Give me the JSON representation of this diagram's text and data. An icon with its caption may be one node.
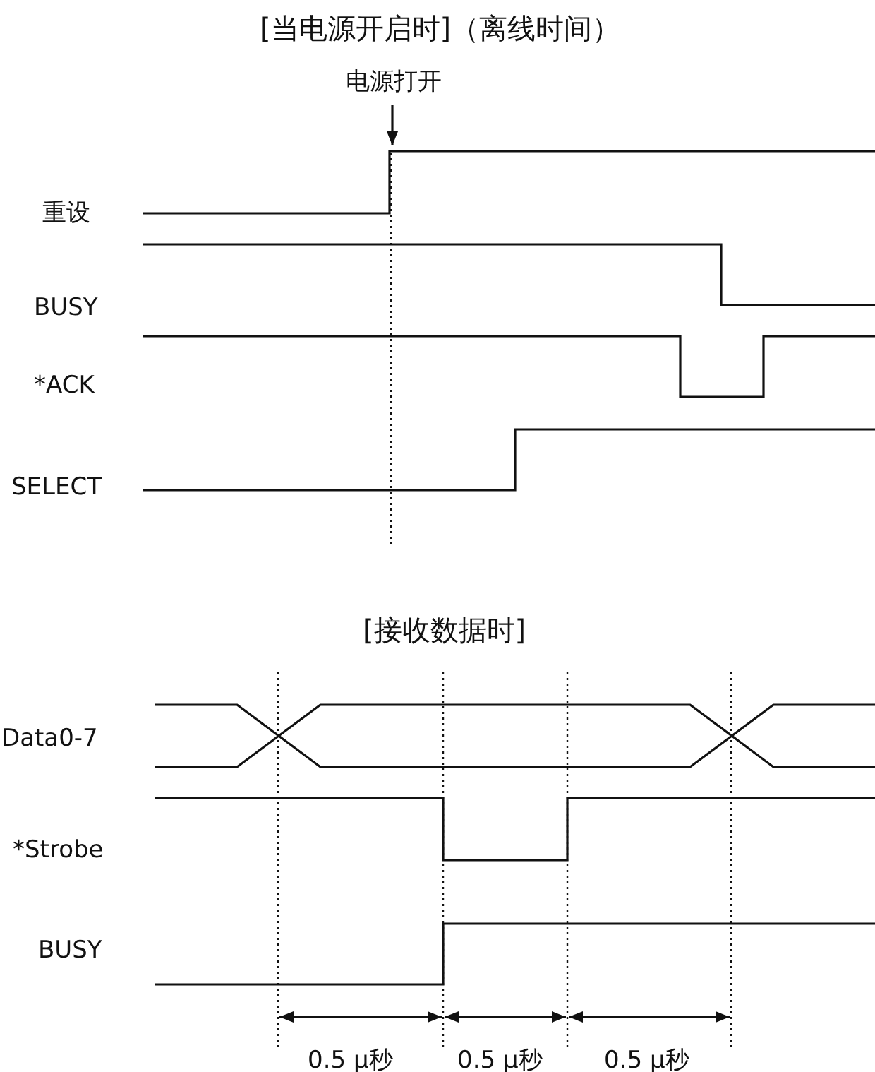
{
  "diagram": {
    "title": "[当电源开启时]（离线时间）",
    "labels": [
      "电源打开",
      "重设",
      "BUSY",
      "*ACK",
      "SELECT",
      "[接收数据时]",
      "Data0-7",
      "*Strobe",
      "BUSY",
      "0.5 μ秒",
      "0.5 μ秒",
      "0.5 μ秒"
    ]
  }
}
